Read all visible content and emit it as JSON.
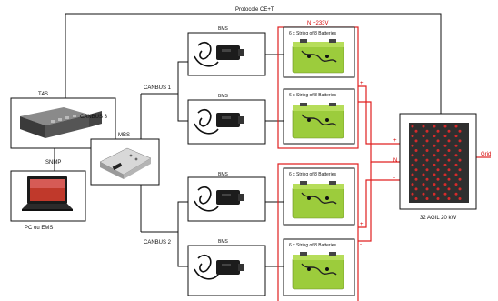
{
  "diagram": {
    "top_link_label": "Protocole CE+T",
    "power_bus_label": "N  +233V",
    "controller_label": "T4S",
    "canbus3_label": "CANBUS 3",
    "snmp_label": "SNMP",
    "pc_label": "PC ou EMS",
    "mbs_label": "MBS",
    "canbus1_label": "CANBUS 1",
    "canbus2_label": "CANBUS 2",
    "bms_label": "BMS",
    "battery_label": "6 x String of 8 Batteries",
    "plus_sign": "+",
    "minus_sign": "-",
    "n_label": "N",
    "grid_label": "Grid",
    "inverter_label": "32 AGIL 20 kW",
    "colors": {
      "line": "#111111",
      "power": "#e02020",
      "battery": "#9ccc3c",
      "inverter": "#2f2f2f"
    }
  }
}
